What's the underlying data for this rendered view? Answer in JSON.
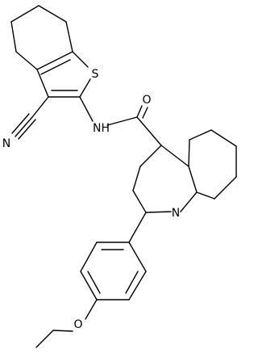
{
  "atom_labels": {
    "sulfur": "S",
    "nitrile_nitrogen": "N",
    "amide_nh": "NH",
    "carbonyl_oxygen": "O",
    "quinoline_nitrogen": "N",
    "ether_oxygen": "O"
  },
  "colors": {
    "bond": "#000000",
    "label": "#000000",
    "background": "#ffffff"
  }
}
